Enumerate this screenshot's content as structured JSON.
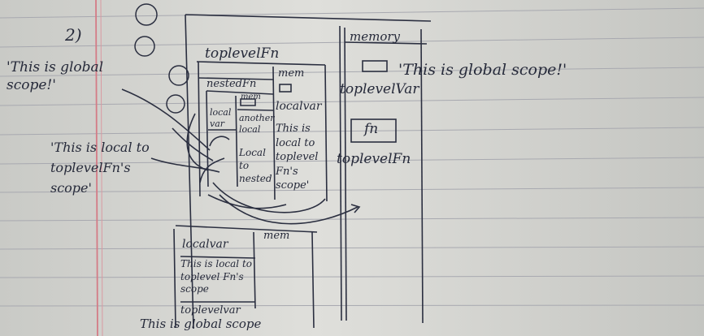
{
  "numbering": {
    "problem": "2)"
  },
  "memory_panel": {
    "title": "memory",
    "global_string_value": "'This is global scope!'",
    "toplevel_var_label": "toplevelVar",
    "fn_box_label": "fn",
    "toplevel_fn_label": "toplevelFn"
  },
  "toplevel_fn_panel": {
    "title": "toplevelFn",
    "memory_header": "mem",
    "local_var_label": "localvar",
    "local_string_value": "This is local to toplevel Fn's scope'"
  },
  "nested_fn_panel": {
    "title": "nestedFn",
    "memory_header": "mem",
    "local_var_label": "local var",
    "another_local_label": "another local",
    "local_string_value": "Local to nested"
  },
  "annotations": {
    "left_global": "'This is global scope!'",
    "left_local": "'This is local to toplevelFn's scope'"
  },
  "bottom_table": {
    "header": "mem",
    "rows": [
      "localvar",
      "This is local to toplevel Fn's scope",
      "toplevelvar",
      "This is global scope"
    ]
  },
  "colors": {
    "paper": "#dcdcd8",
    "ink": "#262a3a",
    "margin_line": "#d47b86"
  }
}
